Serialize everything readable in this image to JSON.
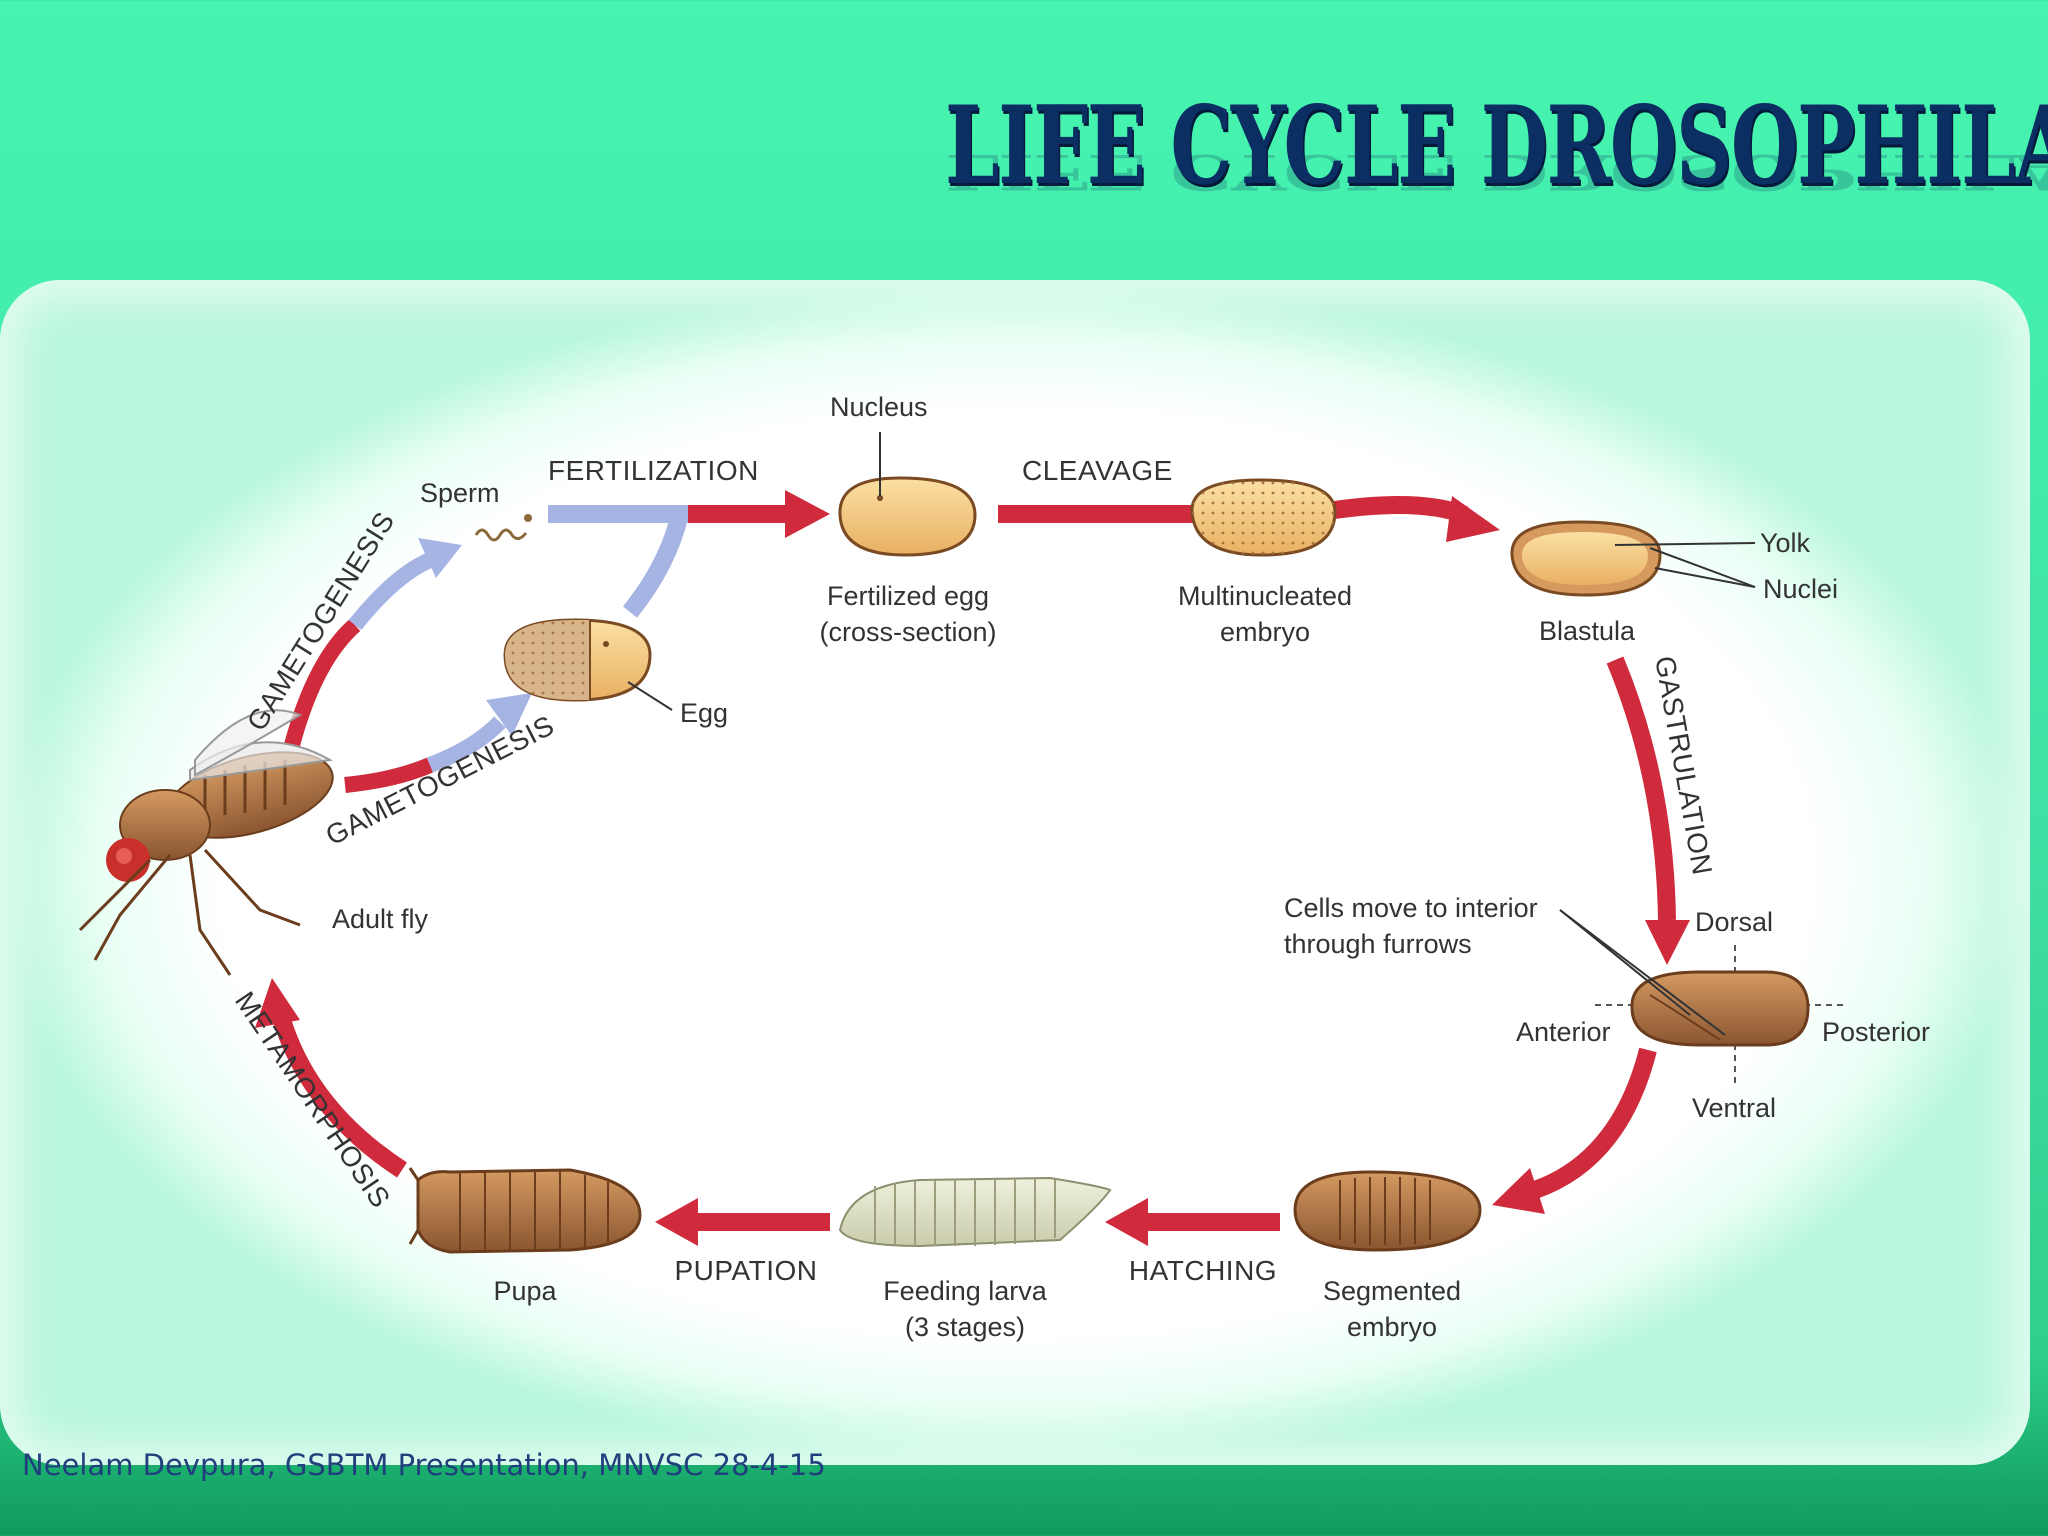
{
  "title": "LIFE CYCLE DROSOPHILA",
  "footer": "Neelam Devpura, GSBTM Presentation, MNVSC 28-4-15",
  "colors": {
    "background": "#46f5b0",
    "title": "#0b2f63",
    "red_arrow": "#cf2b3c",
    "blue_arrow": "#a6b4e4",
    "egg_fill": "#f7cf86",
    "brown": "#b6794a"
  },
  "processes": {
    "fertilization": "FERTILIZATION",
    "cleavage": "CLEAVAGE",
    "gametogenesis_top": "GAMETOGENESIS",
    "gametogenesis_bottom": "GAMETOGENESIS",
    "gastrulation": "GASTRULATION",
    "hatching": "HATCHING",
    "pupation": "PUPATION",
    "metamorphosis": "METAMORPHOSIS"
  },
  "labels": {
    "sperm": "Sperm",
    "egg": "Egg",
    "nucleus": "Nucleus",
    "fertilized_egg_1": "Fertilized egg",
    "fertilized_egg_2": "(cross-section)",
    "multinucleated_1": "Multinucleated",
    "multinucleated_2": "embryo",
    "yolk": "Yolk",
    "nuclei": "Nuclei",
    "blastula": "Blastula",
    "cells_move_1": "Cells move to interior",
    "cells_move_2": "through furrows",
    "dorsal": "Dorsal",
    "anterior": "Anterior",
    "posterior": "Posterior",
    "ventral": "Ventral",
    "segmented_1": "Segmented",
    "segmented_2": "embryo",
    "feeding_larva_1": "Feeding larva",
    "feeding_larva_2": "(3 stages)",
    "pupa": "Pupa",
    "adult_fly": "Adult fly"
  }
}
